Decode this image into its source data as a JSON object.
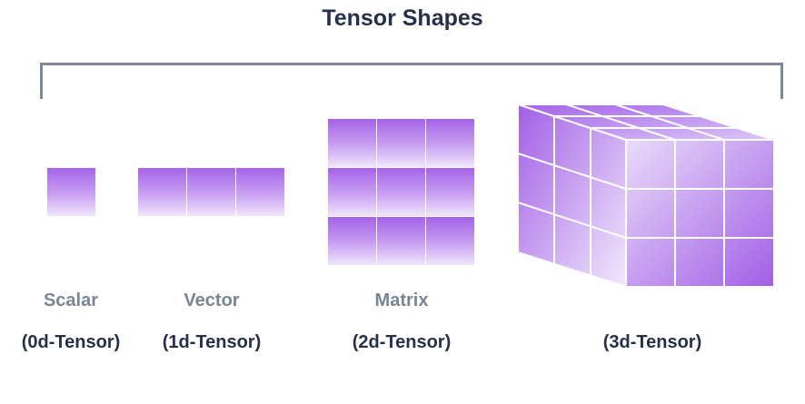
{
  "title": "Tensor Shapes",
  "items": [
    {
      "name": "Scalar",
      "sub": "(0d-Tensor)"
    },
    {
      "name": "Vector",
      "sub": "(1d-Tensor)"
    },
    {
      "name": "Matrix",
      "sub": "(2d-Tensor)"
    },
    {
      "name": "",
      "sub": "(3d-Tensor)"
    }
  ],
  "colors": {
    "cell_top": "#a463e8",
    "cell_bottom": "#efe6fb",
    "title": "#27304a",
    "label": "#7a8497",
    "bracket": "#7d8797"
  }
}
